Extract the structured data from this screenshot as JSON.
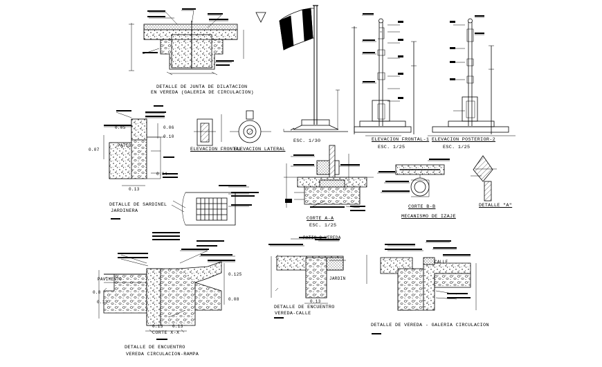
{
  "drawing": {
    "titles": {
      "junta": "DETALLE DE JUNTA DE DILATACION",
      "junta_sub": "EN VEREDA (GALERIA DE CIRCULACION)",
      "sardinel": "DETALLE DE SARDINEL",
      "sardinel_sub": "JARDINERA",
      "elev_frontal_small": "ELEVACION FRONTAL",
      "elev_lateral_small": "ELEVACION LATERAL",
      "elev_frontal": "ELEVACION FRONTAL-1",
      "elev_posterior": "ELEVACION POSTERIOR-2",
      "corte_aa": "CORTE A-A",
      "corte_bb": "CORTE B-B",
      "mecanismo": "MECANISMO DE IZAJE",
      "detalle_a": "DETALLE \"A\"",
      "encuentro_calle": "DETALLE DE ENCUENTRO",
      "encuentro_calle_sub": "VEREDA-CALLE",
      "vereda": "DETALLE DE VEREDA - GALERIA CIRCULACION",
      "encuentro_rampa": "DETALLE DE ENCUENTRO",
      "encuentro_rampa_sub": "VEREDA CIRCULACION-RAMPA",
      "corte_xx": "CORTE X-X"
    },
    "scales": {
      "esc_130": "ESC. 1/30",
      "esc_125a": "ESC. 1/25",
      "esc_125b": "ESC. 1/25",
      "esc_125c": "ESC. 1/25"
    },
    "dimensions": {
      "d005": "0.05",
      "d006": "0.06",
      "d007": "0.07",
      "d010": "0.10",
      "d004": "0.04",
      "d013": "0.13",
      "d0125": "0.125",
      "d008": "0.08",
      "d08": "0.8",
      "d013b": "0.13",
      "d013c": "0.13",
      "d013d": "0.13",
      "d013e": "0.13"
    },
    "notes": {
      "patio": "PATIO",
      "patio_vereda": "PATIO O VEREDA",
      "jardin": "JARDIN",
      "pavimento": "PAVIMENTO",
      "calle": "CALLE"
    }
  }
}
